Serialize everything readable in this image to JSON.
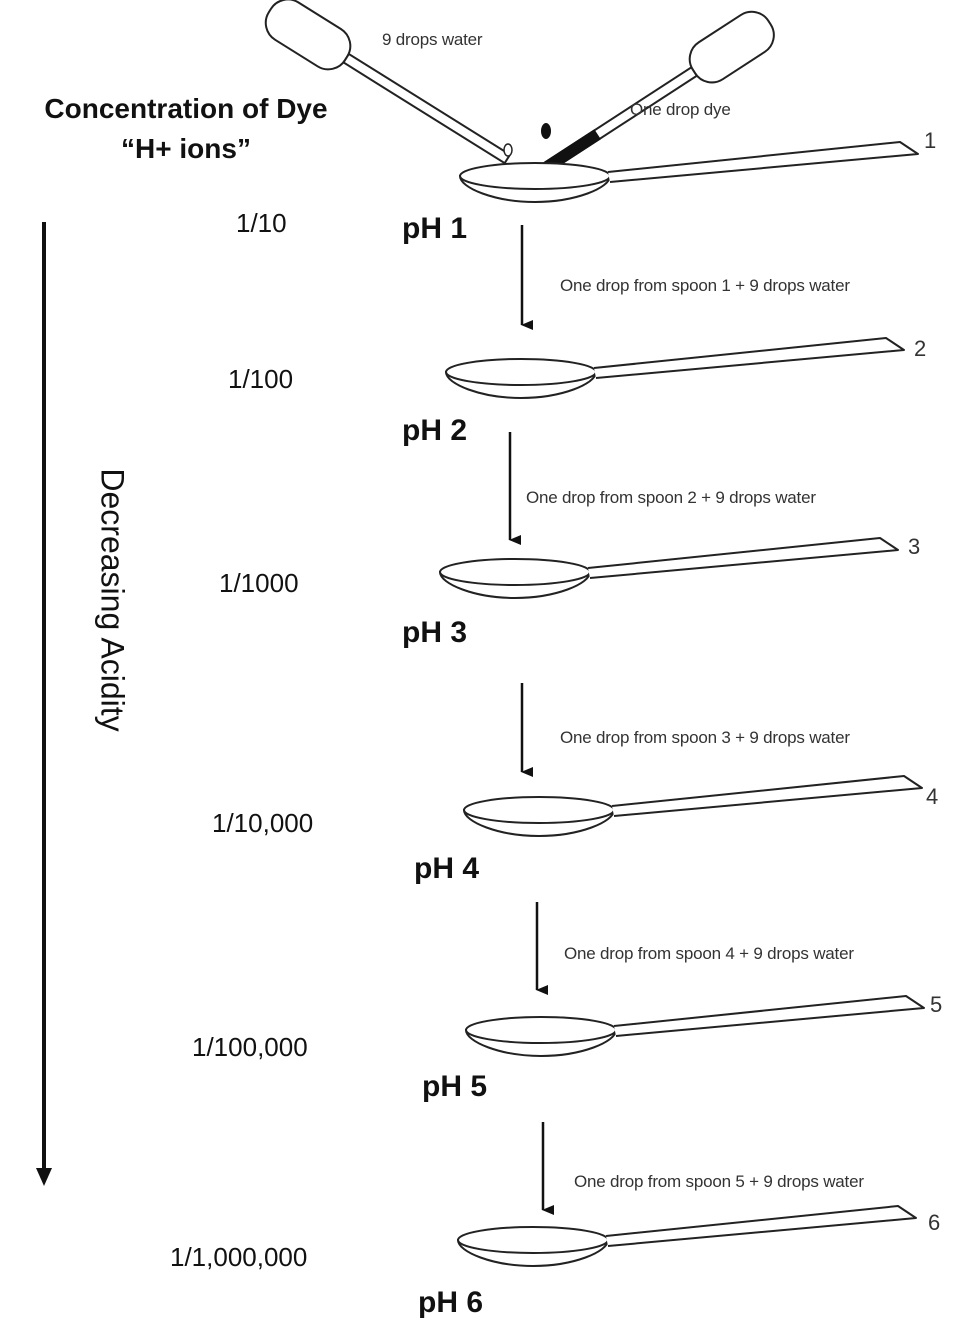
{
  "title": {
    "line1": "Concentration of Dye",
    "line2": "“H+ ions”"
  },
  "axis_label": "Decreasing Acidity",
  "dropper_labels": {
    "water": "9 drops water",
    "dye": "One drop dye"
  },
  "steps": [
    {
      "concentration": "1/10",
      "ph": "pH 1",
      "spoon_number": "1",
      "transfer": "One drop from spoon 1 + 9 drops water"
    },
    {
      "concentration": "1/100",
      "ph": "pH 2",
      "spoon_number": "2",
      "transfer": "One drop from spoon 2 + 9 drops water"
    },
    {
      "concentration": "1/1000",
      "ph": "pH 3",
      "spoon_number": "3",
      "transfer": "One drop from spoon 3 + 9 drops water"
    },
    {
      "concentration": "1/10,000",
      "ph": "pH 4",
      "spoon_number": "4",
      "transfer": "One drop from spoon 4 + 9 drops water"
    },
    {
      "concentration": "1/100,000",
      "ph": "pH 5",
      "spoon_number": "5",
      "transfer": "One drop from spoon 5 + 9 drops water"
    },
    {
      "concentration": "1/1,000,000",
      "ph": "pH 6",
      "spoon_number": "6"
    }
  ]
}
